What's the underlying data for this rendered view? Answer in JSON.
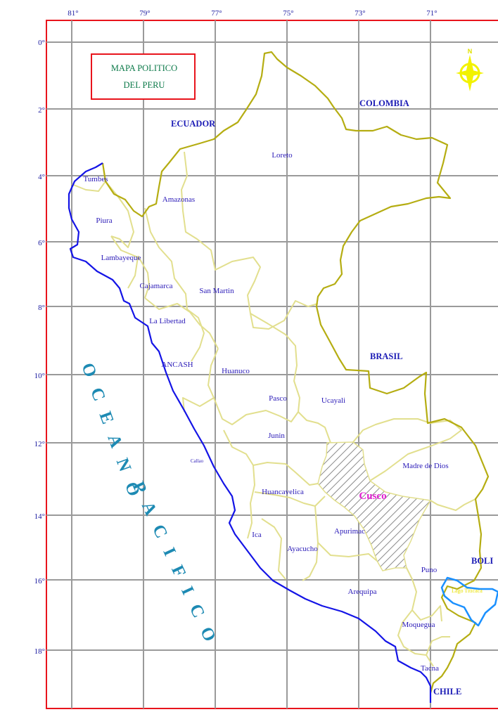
{
  "title": {
    "line1": "MAPA POLITICO",
    "line2": "DEL PERU"
  },
  "longitude_labels": [
    "81°",
    "79°",
    "77°",
    "75°",
    "73°",
    "71°"
  ],
  "latitude_labels": [
    "0°",
    "2°",
    "4°",
    "6°",
    "8°",
    "10°",
    "12°",
    "14°",
    "16°",
    "18°"
  ],
  "countries": {
    "ecuador": "ECUADOR",
    "colombia": "COLOMBIA",
    "brasil": "BRASIL",
    "bolivia": "BOLI",
    "chile": "CHILE"
  },
  "ocean": {
    "word1": "OCEANO",
    "word2": "PACIFICO"
  },
  "departments": {
    "tumbes": "Tumbes",
    "piura": "Piura",
    "lambayeque": "Lambayeque",
    "cajamarca": "Cajamarca",
    "amazonas": "Amazonas",
    "loreto": "Loreto",
    "la_libertad": "La Libertad",
    "san_martin": "San Martin",
    "ancash": "ANCASH",
    "huanuco": "Huanuco",
    "pasco": "Pasco",
    "ucayali": "Ucayali",
    "junin": "Junin",
    "callao": "Callao",
    "huancavelica": "Huancavelica",
    "ica": "Ica",
    "ayacucho": "Ayacucho",
    "apurimac": "Apurimac",
    "cusco": "Cusco",
    "madre_de_dios": "Madre de Dios",
    "puno": "Puno",
    "arequipa": "Arequipa",
    "moquegua": "Moquegua",
    "tacna": "Tacna"
  },
  "lake": "Lago Titicaca",
  "compass": "N",
  "highlighted_department": "Cusco",
  "colors": {
    "frame": "#e8141c",
    "grid": "#9a9a9a",
    "coast": "#1414e6",
    "international_border": "#b5ad12",
    "department_border": "#e2df8e",
    "hatch": "#8a8a8a"
  }
}
